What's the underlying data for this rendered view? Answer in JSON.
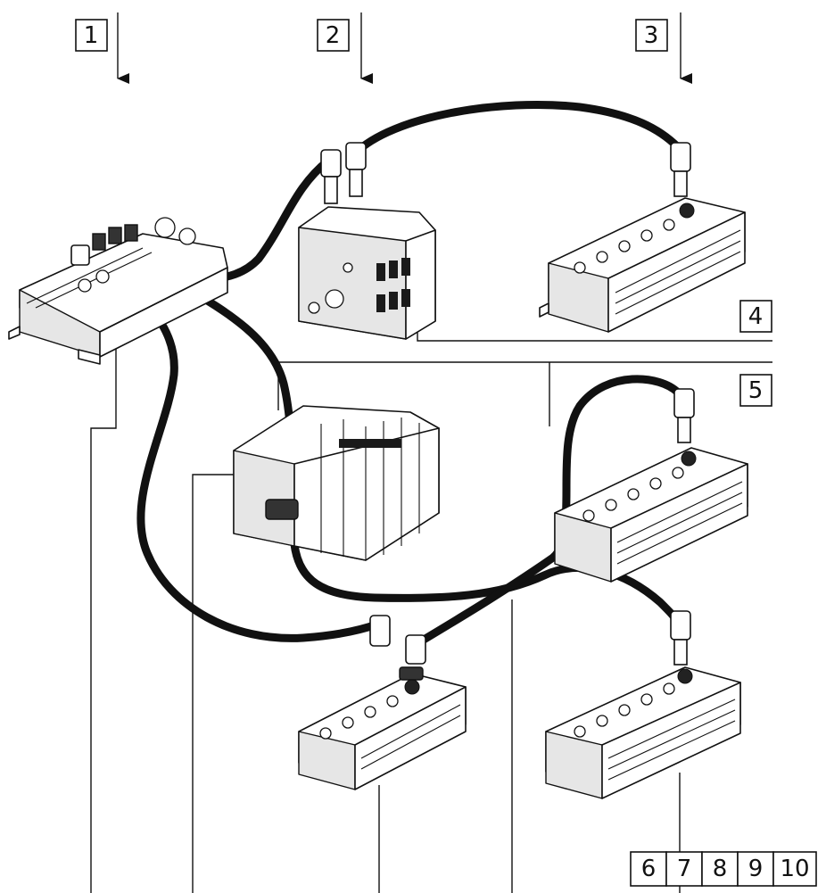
{
  "callouts": {
    "c1": "1",
    "c2": "2",
    "c3": "3",
    "c4": "4",
    "c5": "5",
    "c6": "6",
    "c7": "7",
    "c8": "8",
    "c9": "9",
    "c10": "10"
  },
  "components": [
    "bus-node-module",
    "valve-terminal-small",
    "io-module-top-right",
    "valve-terminal-large",
    "io-module-middle-right",
    "io-module-bottom-center",
    "io-module-bottom-right"
  ],
  "colors": {
    "line": "#111111",
    "cable": "#111111",
    "background": "#ffffff",
    "shade": "#e6e6e6"
  }
}
